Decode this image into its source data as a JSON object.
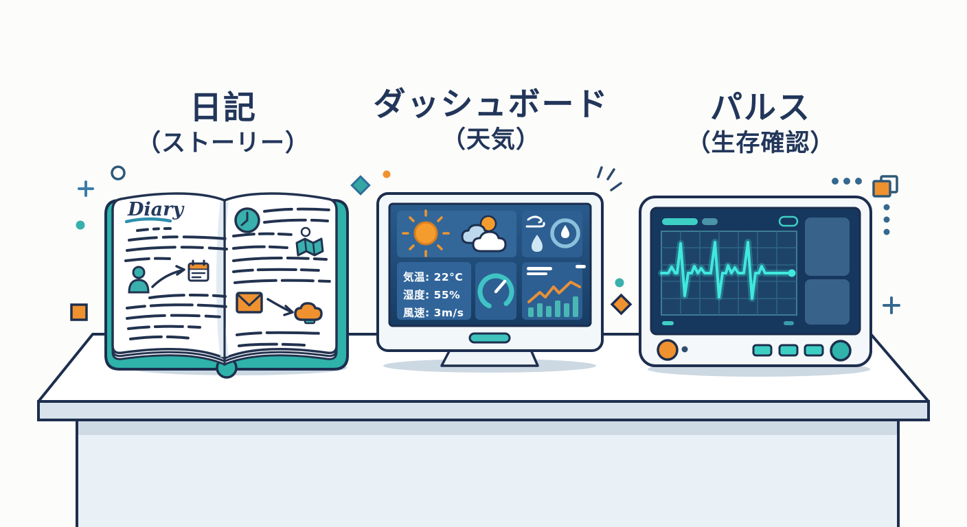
{
  "titles": [
    {
      "main": "日記",
      "sub": "（ストーリー）"
    },
    {
      "main": "ダッシュボード",
      "sub": "（天気）"
    },
    {
      "main": "パルス",
      "sub": "（生存確認）"
    }
  ],
  "diary": {
    "cover_label": "Diary"
  },
  "weather_dashboard": {
    "temperature": "気温: 22°C",
    "humidity": "湿度: 55%",
    "wind_speed": "風速: 3m/s"
  },
  "colors": {
    "teal": "#2fb2aa",
    "bright_teal": "#3ecfc4",
    "orange": "#f0912f",
    "navy_outline": "#1d2e4e",
    "title_navy": "#22365a",
    "steel_blue": "#35688e",
    "weather_screen_blue": "#1d4876",
    "pulse_screen_navy": "#16375e",
    "ecg_cyan": "#41e8de",
    "desk_edge": "#d8e2ec",
    "desk_front": "#e9f1f6"
  }
}
